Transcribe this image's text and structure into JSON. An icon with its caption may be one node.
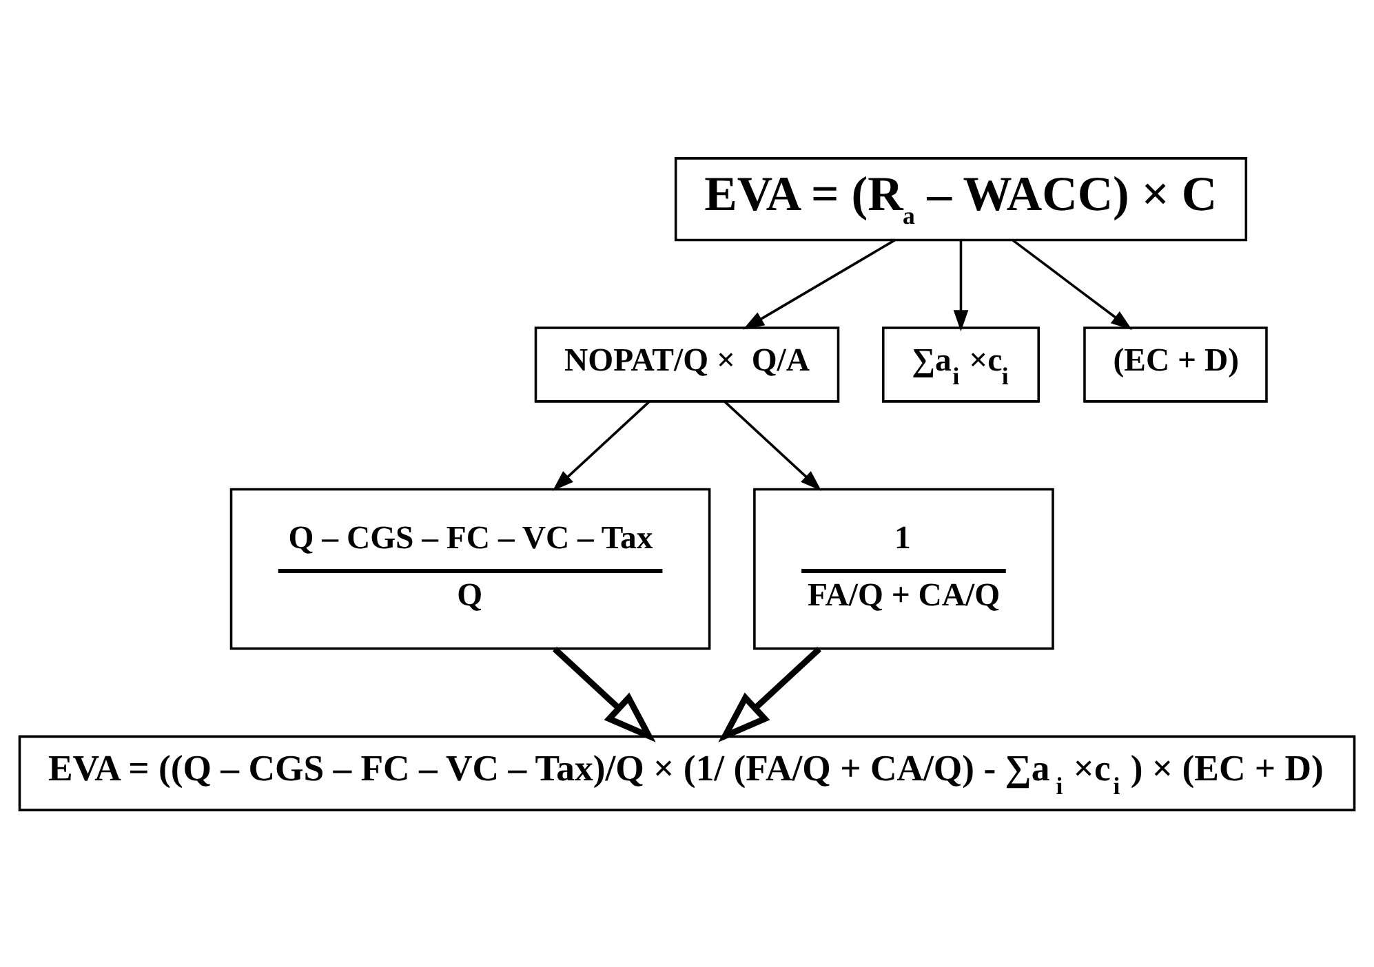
{
  "diagram": {
    "nodes": [
      {
        "text": [
          "EVA = (R$_{a}$ – WACC) × C"
        ]
      },
      {
        "text": [
          "NOPAT/Q ×  Q/A"
        ]
      },
      {
        "text": [
          "∑a$_{i}$ ×c$_{i}$"
        ]
      },
      {
        "text": [
          "(EC + D)"
        ]
      },
      {
        "text": [
          "Q – CGS – FC – VC – Tax",
          "Q"
        ]
      },
      {
        "text": [
          "1",
          "FA/Q + CA/Q"
        ]
      },
      {
        "text": [
          "EVA = ((Q – CGS – FC – VC – Tax)/Q × (1/ (FA/Q + CA/Q) - ∑a$_{i}$ ×c$_{i}$ ) × (EC + D)"
        ]
      }
    ],
    "edges": [
      {
        "from": 0,
        "to": 1,
        "arrow": "to"
      },
      {
        "from": 0,
        "to": 2,
        "arrow": "to"
      },
      {
        "from": 0,
        "to": 3,
        "arrow": "to"
      },
      {
        "from": 1,
        "to": 4,
        "arrow": "to"
      },
      {
        "from": 1,
        "to": 5,
        "arrow": "to"
      },
      {
        "from": 4,
        "to": 6,
        "arrow": "to",
        "style": "thick"
      },
      {
        "from": 5,
        "to": 6,
        "arrow": "to",
        "style": "thick"
      }
    ]
  }
}
